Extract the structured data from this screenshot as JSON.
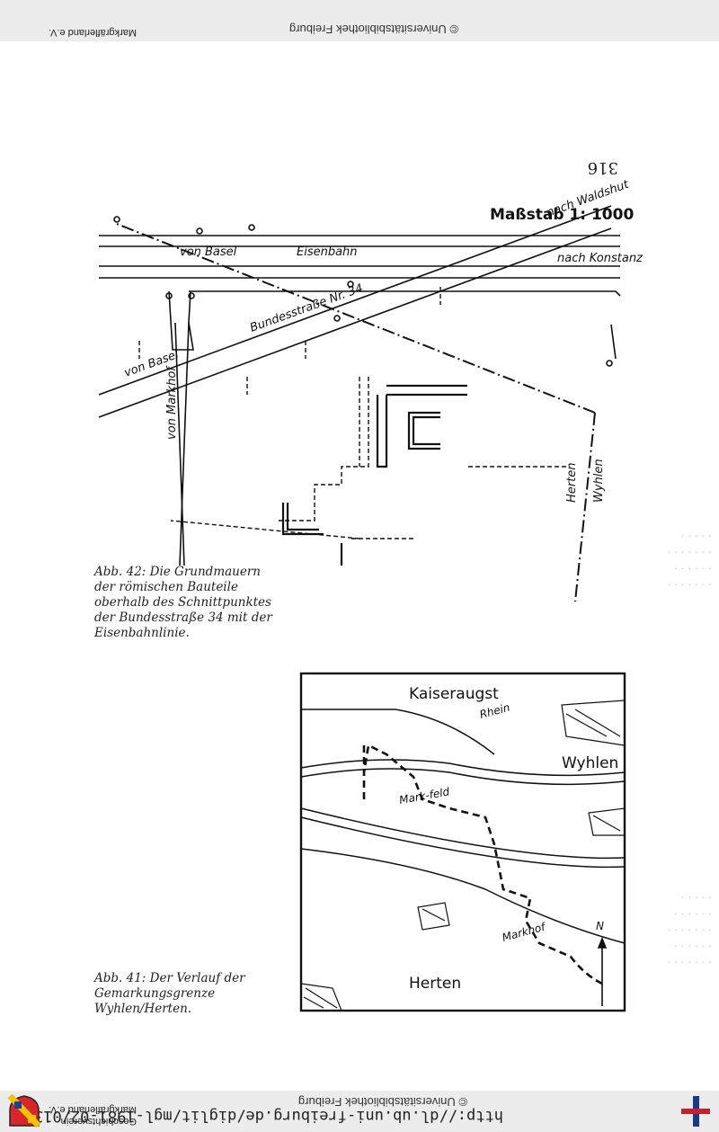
{
  "header": {
    "url": "http://dl.ub.uni-freiburg.de/diglit/mgl-1981-02/0138",
    "copyright": "© Universitätsbibliothek Freiburg",
    "society_line1": "Geschichtsverein",
    "society_line2": "Markgräflerland e.V.",
    "crest_icon": "coat-of-arms-icon",
    "library_icon": "ub-freiburg-logo-icon"
  },
  "footer": {
    "copyright": "© Universitätsbibliothek Freiburg",
    "society": "Markgräflerland e.V."
  },
  "page_number": "316",
  "figure42": {
    "caption": "Abb. 42: Die Grundmauern der römischen Bauteile oberhalb des Schnittpunktes der Bundesstraße 34 mit der Eisenbahnlinie.",
    "scale": "Maßstab 1: 1000",
    "labels": {
      "von_basel_top": "von Basel",
      "eisenbahn": "Eisenbahn",
      "nach_konstanz": "nach Konstanz",
      "nach_waldshut": "nach Waldshut",
      "bundesstrasse": "Bundesstraße Nr. 34",
      "von_basel_road": "von Basel",
      "von_markhof": "von Markhof",
      "wyhlen": "Wyhlen",
      "herten": "Herten"
    }
  },
  "figure41": {
    "caption": "Abb. 41: Der Verlauf der Gemarkungsgrenze Wyhlen/Herten.",
    "labels": {
      "herten": "Herten",
      "markhof": "Markhof",
      "markfeld": "Mark-feld",
      "wyhlen": "Wyhlen",
      "rhein": "Rhein",
      "kaiseraugst": "Kaiseraugst",
      "north": "N"
    }
  }
}
